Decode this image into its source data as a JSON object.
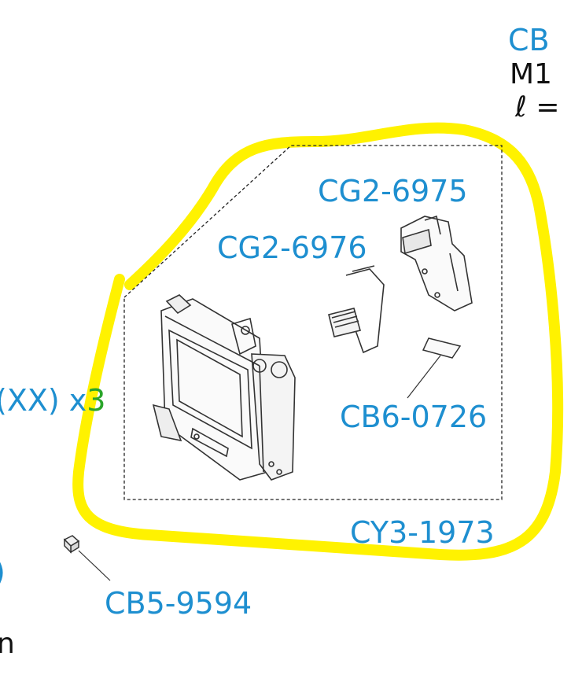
{
  "colors": {
    "part_label": "#1e8fd0",
    "highlight": "#fff200",
    "black": "#111111",
    "green": "#2aa52a"
  },
  "edge_text": {
    "top_right_line1": "CB",
    "top_right_line2": "M1",
    "top_right_line3": "ℓ =",
    "left_mid_prefix": "(XX) x",
    "left_mid_count": "3",
    "left_lower": ")",
    "left_bottom": "n"
  },
  "parts": {
    "cg2_6975": "CG2-6975",
    "cg2_6976": "CG2-6976",
    "cb6_0726": "CB6-0726",
    "cy3_1973": "CY3-1973",
    "cb5_9594": "CB5-9594"
  }
}
